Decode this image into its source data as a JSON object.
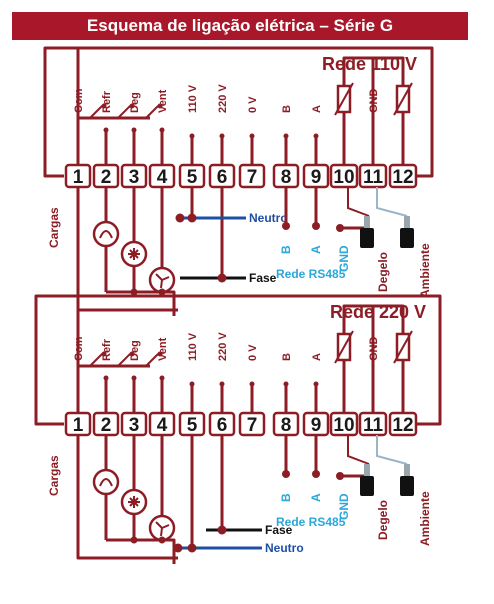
{
  "title": "Esquema de ligação elétrica – Série G",
  "colors": {
    "wire": "#8c1d25",
    "title_bg": "#a8182a",
    "rs485": "#2aa8d8",
    "neutro": "#1f4fa3"
  },
  "diagrams": [
    {
      "network": "Rede 110 V",
      "terminals": [
        "1",
        "2",
        "3",
        "4",
        "5",
        "6",
        "7",
        "8",
        "9",
        "10",
        "11",
        "12"
      ],
      "top_labels": [
        "Com",
        "Refr",
        "Deg",
        "Vent",
        "110 V",
        "220 V",
        "0 V",
        "B",
        "A",
        "GND"
      ],
      "cargas": "Cargas",
      "rs485_label": "Rede RS485",
      "bus_b": "B",
      "bus_a": "A",
      "gnd": "GND",
      "degelo": "Degelo",
      "ambiente": "Ambiente",
      "fase": "Fase",
      "neutro": "Neutro"
    },
    {
      "network": "Rede 220 V",
      "terminals": [
        "1",
        "2",
        "3",
        "4",
        "5",
        "6",
        "7",
        "8",
        "9",
        "10",
        "11",
        "12"
      ],
      "top_labels": [
        "Com",
        "Refr",
        "Deg",
        "Vent",
        "110 V",
        "220 V",
        "0 V",
        "B",
        "A",
        "GND"
      ],
      "cargas": "Cargas",
      "rs485_label": "Rede RS485",
      "bus_b": "B",
      "bus_a": "A",
      "gnd": "GND",
      "degelo": "Degelo",
      "ambiente": "Ambiente",
      "fase": "Fase",
      "neutro": "Neutro"
    }
  ]
}
